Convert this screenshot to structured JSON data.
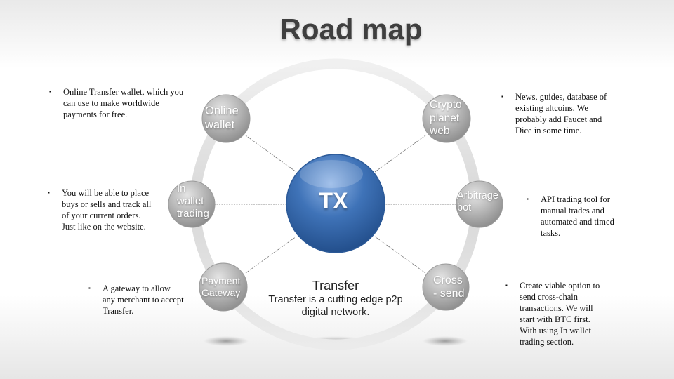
{
  "title": "Road map",
  "center": {
    "label": "TX",
    "caption_title": "Transfer",
    "caption_text": "Transfer is a cutting edge p2p digital network."
  },
  "nodes": [
    {
      "label": "Online wallet"
    },
    {
      "label": "In wallet trading"
    },
    {
      "label": "Payment Gateway"
    },
    {
      "label": "Crypto planet web"
    },
    {
      "label": "Arbitrage bot"
    },
    {
      "label": "Cross - send"
    }
  ],
  "bullets": [
    {
      "bullet_mark": "▪",
      "text": "Online Transfer wallet,   which you can use to make worldwide payments for free."
    },
    {
      "bullet_mark": "▪",
      "text": "You will be able to place buys or sells  and track all of your current orders. Just like on the website."
    },
    {
      "bullet_mark": "▪",
      "text": "A gateway to allow any merchant to accept Transfer."
    },
    {
      "bullet_mark": "▪",
      "text": "News, guides, database of existing altcoins. We probably add Faucet and Dice in some time."
    },
    {
      "bullet_mark": "▪",
      "text": "API trading tool for manual trades and automated and timed tasks."
    },
    {
      "bullet_mark": "▪",
      "text": "Create viable option to send cross-chain transactions. We will start with BTC first. With using In wallet trading section."
    }
  ],
  "colors": {
    "center_sphere": "#3a6fb5",
    "node_sphere": "#b0b0b0",
    "ring": "#e3e3e3",
    "title": "#3f3f3f"
  }
}
